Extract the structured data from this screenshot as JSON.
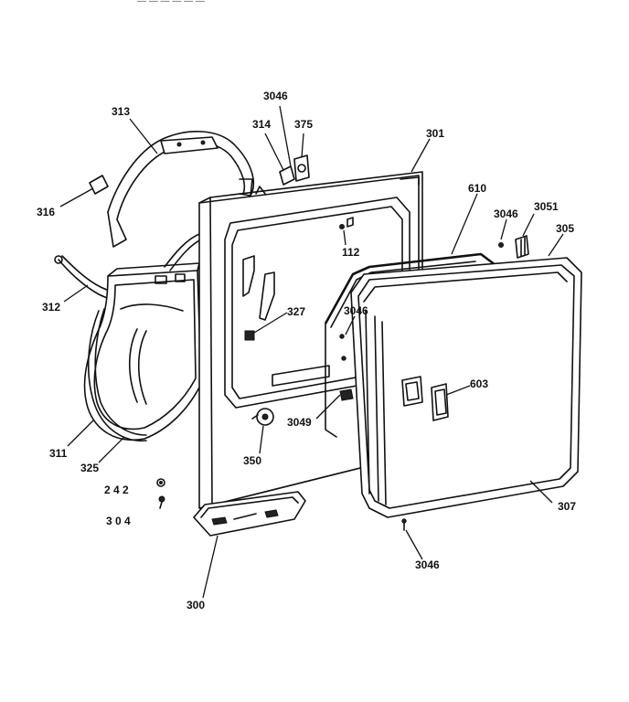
{
  "header_text": "— — — — — —",
  "callouts": {
    "c3046_top": "3046",
    "c313": "313",
    "c314": "314",
    "c375": "375",
    "c301": "301",
    "c316": "316",
    "c610": "610",
    "c3046_hinge": "3046",
    "c3051": "3051",
    "c305": "305",
    "c112": "112",
    "c312": "312",
    "c327": "327",
    "c3046_door": "3046",
    "c603": "603",
    "c3049": "3049",
    "c311": "311",
    "c325": "325",
    "c350": "350",
    "c242": "2 4 2",
    "c304": "3 0 4",
    "c307": "307",
    "c3046_bottom": "3046",
    "c300": "300"
  }
}
